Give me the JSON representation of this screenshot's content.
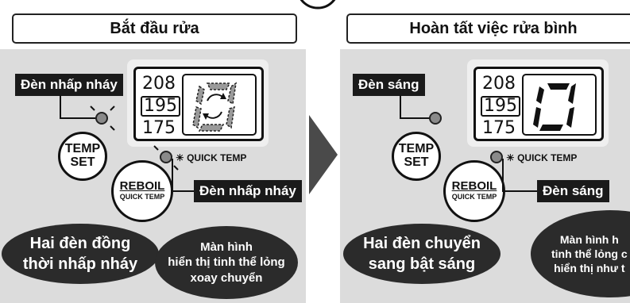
{
  "left_panel": {
    "title": "Bắt đầu rửa",
    "display_values": [
      "208",
      "195",
      "175"
    ],
    "label_top": "Đèn nhấp nháy",
    "label_bottom": "Đèn nhấp nháy",
    "temp_button": [
      "TEMP",
      "SET"
    ],
    "reboil_button": [
      "REBOIL",
      "QUICK TEMP"
    ],
    "quick_temp_label": "QUICK TEMP",
    "bubble_dark": "Hai đèn đồng\nthời nhấp nháy",
    "bubble_light": "Màn hình\nhiển thị tinh thể lỏng\nxoay chuyển"
  },
  "right_panel": {
    "title": "Hoàn tất việc rửa bình",
    "display_values": [
      "208",
      "195",
      "175"
    ],
    "label_top": "Đèn sáng",
    "label_bottom": "Đèn sáng",
    "temp_button": [
      "TEMP",
      "SET"
    ],
    "reboil_button": [
      "REBOIL",
      "QUICK TEMP"
    ],
    "quick_temp_label": "QUICK TEMP",
    "bubble_dark": "Hai đèn chuyển\nsang bật sáng",
    "bubble_light": "Màn hình h\ntinh thể lỏng c\nhiển thị như t"
  },
  "colors": {
    "panel_bg": "#dcdcdc",
    "dark": "#2b2b2b",
    "led": "#8a8a8a"
  }
}
